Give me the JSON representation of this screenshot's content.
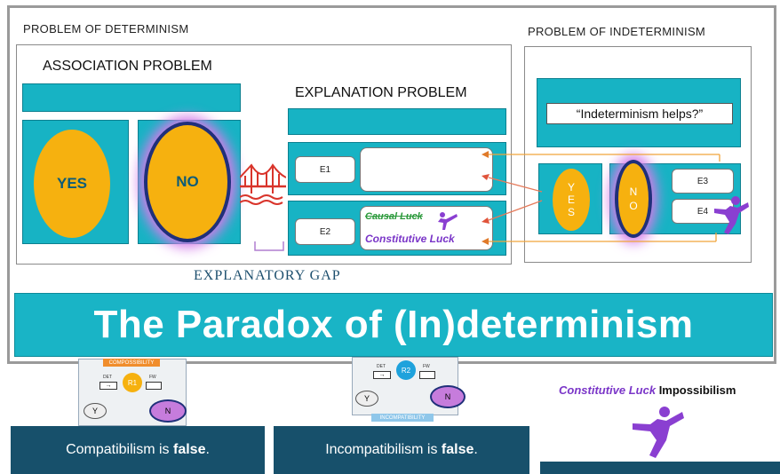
{
  "determinism": {
    "heading": "PROBLEM OF DETERMINISM",
    "association": "ASSOCIATION PROBLEM",
    "explanation": "EXPLANATION  PROBLEM",
    "yes": "YES",
    "no": "NO",
    "e1": "E1",
    "e2": "E2",
    "causal_luck": "Causal Luck",
    "constitutive_luck": "Constitutive Luck",
    "gap": "EXPLANATORY  GAP"
  },
  "indeterminism": {
    "heading": "PROBLEM OF INDETERMINISM",
    "question": "“Indeterminism helps?”",
    "yes_letters": [
      "Y",
      "E",
      "S"
    ],
    "no_letters": [
      "N",
      "O"
    ],
    "e3": "E3",
    "e4": "E4"
  },
  "title": "The Paradox of (In)determinism",
  "bottom": {
    "left": {
      "tag": "COMPOSSIBILITY",
      "node": "R1",
      "det": "DET",
      "fw": "FW",
      "y": "Y",
      "n": "N",
      "statement_prefix": "Compatibilism is ",
      "statement_bold": "false",
      "statement_end": "."
    },
    "middle": {
      "tag": "INCOMPATIBILITY",
      "node": "R2",
      "det": "DET",
      "fw": "FW",
      "y": "Y",
      "n": "N",
      "statement_prefix": "Incompatibilism is ",
      "statement_bold": "false",
      "statement_end": "."
    },
    "right": {
      "italic": "Constitutive Luck",
      "rest": " Impossibilism"
    }
  },
  "colors": {
    "teal": "#17b3c4",
    "orange": "#f6b10f",
    "navy": "#20307a",
    "purple": "#8a3fd1",
    "dark_panel": "#17506b"
  },
  "icons": [
    "bridge-icon",
    "kick-figure-icon"
  ]
}
